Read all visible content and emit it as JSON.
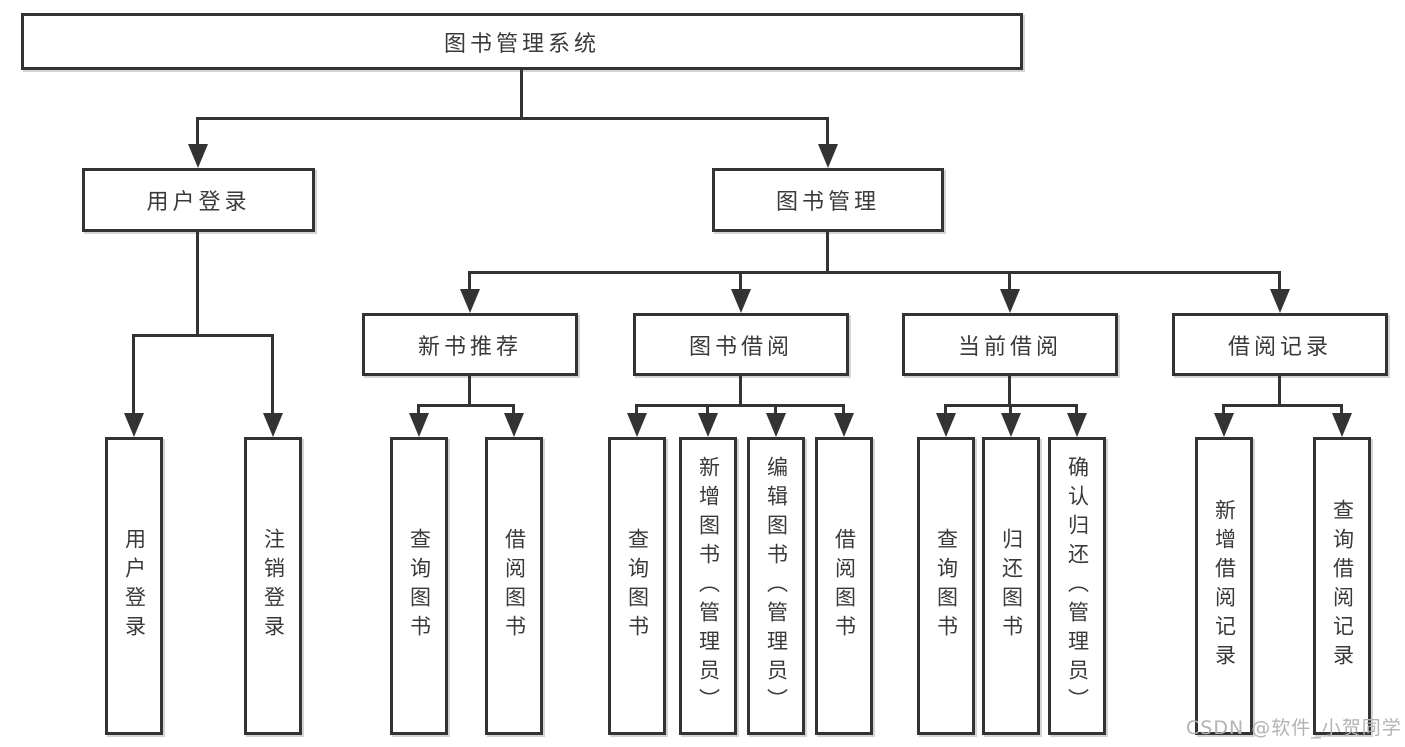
{
  "diagram": {
    "root": {
      "label": "图书管理系统"
    },
    "branches": [
      {
        "label": "用户登录",
        "children": [
          {
            "label": "用户登录"
          },
          {
            "label": "注销登录"
          }
        ]
      },
      {
        "label": "图书管理",
        "children": [
          {
            "label": "新书推荐",
            "children": [
              {
                "label": "查询图书"
              },
              {
                "label": "借阅图书"
              }
            ]
          },
          {
            "label": "图书借阅",
            "children": [
              {
                "label": "查询图书"
              },
              {
                "label": "新增图书（管理员）"
              },
              {
                "label": "编辑图书（管理员）"
              },
              {
                "label": "借阅图书"
              }
            ]
          },
          {
            "label": "当前借阅",
            "children": [
              {
                "label": "查询图书"
              },
              {
                "label": "归还图书"
              },
              {
                "label": "确认归还（管理员）"
              }
            ]
          },
          {
            "label": "借阅记录",
            "children": [
              {
                "label": "新增借阅记录"
              },
              {
                "label": "查询借阅记录"
              }
            ]
          }
        ]
      }
    ],
    "watermark": "CSDN @软件_小贺同学",
    "colors": {
      "line": "#333333",
      "text": "#3a3a3a",
      "background": "#ffffff",
      "watermark": "#b3b3b3"
    }
  }
}
